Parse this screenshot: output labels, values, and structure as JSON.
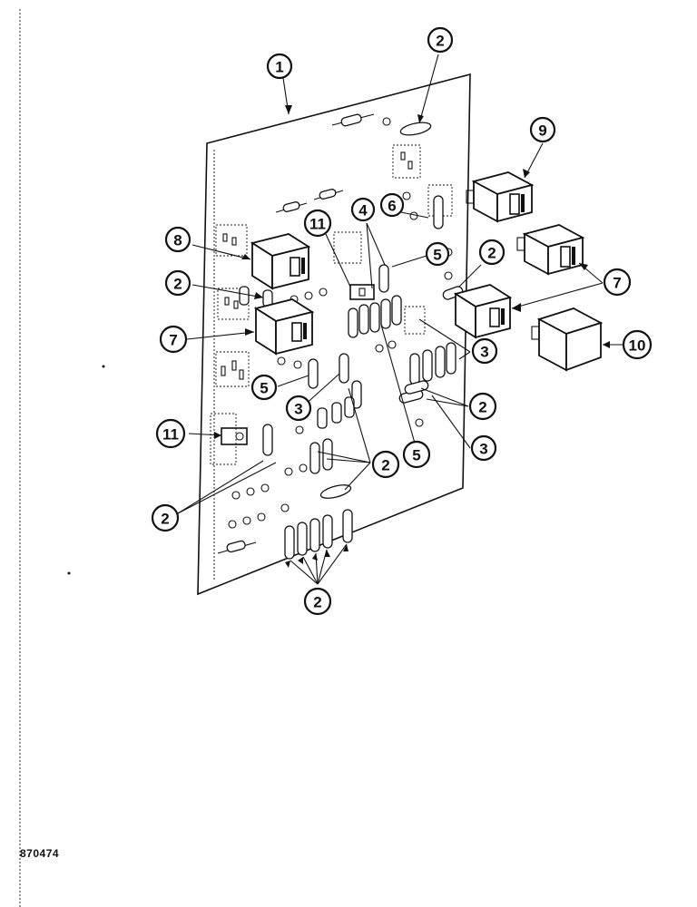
{
  "figure": {
    "drawing_number": "870474",
    "callouts": {
      "c1": "1",
      "c2_top": "2",
      "c9": "9",
      "c6": "6",
      "c4": "4",
      "c11_top": "11",
      "c8": "8",
      "c5_upper": "5",
      "c2_right_upper": "2",
      "c7_right": "7",
      "c2_left": "2",
      "c7_left": "7",
      "c10": "10",
      "c3_right_upper": "3",
      "c5_left": "5",
      "c2_right_mid": "2",
      "c3_center": "3",
      "c11_left": "11",
      "c3_right_lower": "3",
      "c5_lower": "5",
      "c2_center": "2",
      "c2_lower_left": "2",
      "c2_bottom": "2"
    }
  }
}
